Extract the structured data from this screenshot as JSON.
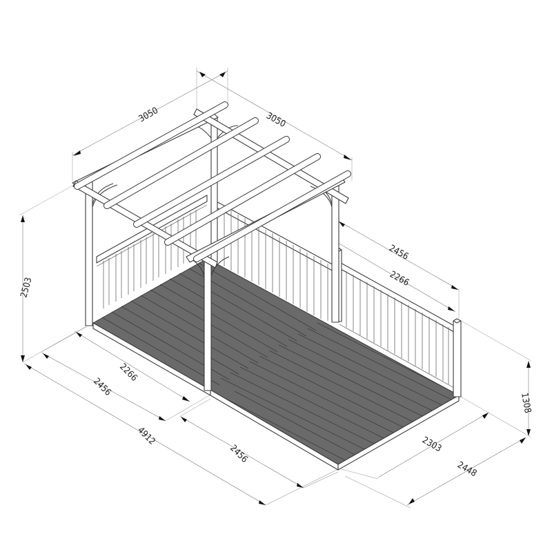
{
  "drawing": {
    "subject": "Pergola with raised deck and balustrade — isometric dimension drawing",
    "colors": {
      "background": "#ffffff",
      "line": "#3a3a3a",
      "dimension_line": "#9a9a9a",
      "decking": "#6a6a6a",
      "text": "#222222"
    },
    "dimensions": {
      "pergola_width": "3050",
      "pergola_depth": "3050",
      "pergola_height": "2503",
      "side_rail_outer": "2456",
      "side_rail_inner": "2266",
      "front_left_inner": "2266",
      "front_left_outer": "2456",
      "overall_length": "4912",
      "front_right": "2456",
      "deck_depth_inner": "2303",
      "deck_depth_outer": "2448",
      "balustrade_height": "1308"
    }
  }
}
